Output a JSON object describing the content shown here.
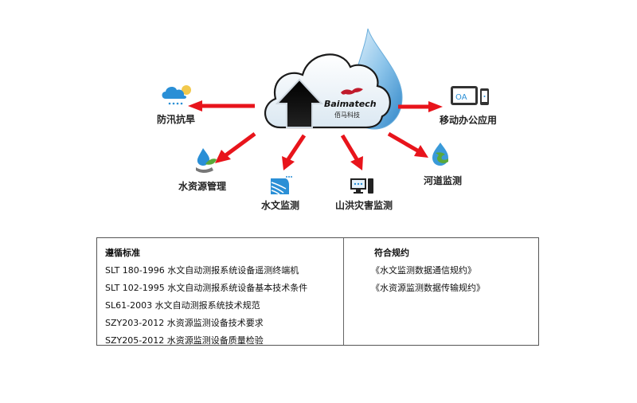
{
  "center": {
    "brand_name": "Baimatech",
    "brand_subtitle": "佰马科技",
    "icon": "cloud-upload-icon"
  },
  "nodes": [
    {
      "id": "flood",
      "label": "防汛抗旱",
      "icon": "weather-cloud-rain-icon"
    },
    {
      "id": "water-resource",
      "label": "水资源管理",
      "icon": "water-drop-hand-icon"
    },
    {
      "id": "hydrology",
      "label": "水文监测",
      "icon": "hydrology-waves-icon"
    },
    {
      "id": "mountain-flood",
      "label": "山洪灾害监测",
      "icon": "computer-monitor-icon"
    },
    {
      "id": "river",
      "label": "河道监测",
      "icon": "river-drop-icon"
    },
    {
      "id": "mobile-office",
      "label": "移动办公应用",
      "icon": "tablet-phone-icon",
      "badge": "OA"
    }
  ],
  "standards": {
    "title": "遵循标准",
    "items": [
      "SLT 180-1996 水文自动测报系统设备遥测终端机",
      "SLT 102-1995 水文自动测报系统设备基本技术条件",
      "SL61-2003 水文自动测报系统技术规范",
      "SZY203-2012 水资源监测设备技术要求",
      "SZY205-2012 水资源监测设备质量检验"
    ]
  },
  "protocols": {
    "title": "符合规约",
    "items": [
      "《水文监测数据通信规约》",
      "《水资源监测数据传输规约》"
    ]
  },
  "colors": {
    "arrow": "#e8141b",
    "drop_blue": "#3a9ad9",
    "icon_blue": "#2a8fd6",
    "leaf_green": "#5aa83a"
  }
}
